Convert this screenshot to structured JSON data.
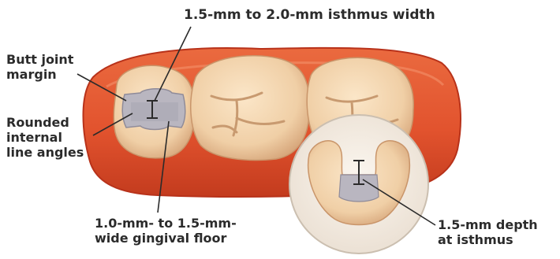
{
  "labels": {
    "isthmus_width": "1.5-mm to 2.0-mm isthmus width",
    "butt_joint": {
      "line1": "Butt joint",
      "line2": "margin"
    },
    "rounded_angles": {
      "line1": "Rounded",
      "line2": "internal",
      "line3": "line angles"
    },
    "gingival_floor": {
      "line1": "1.0-mm- to 1.5-mm-",
      "line2": "wide gingival floor"
    },
    "isthmus_depth": {
      "line1": "1.5-mm depth",
      "line2": "at isthmus"
    }
  },
  "colors": {
    "gingiva": "#e2532e",
    "gingiva_dark": "#b8321a",
    "tooth": "#f1d3ad",
    "tooth_shadow": "#d9ad82",
    "preparation": "#b9b6c0",
    "label_text": "#2b2b2b",
    "leader_line": "#2b2b2b"
  }
}
